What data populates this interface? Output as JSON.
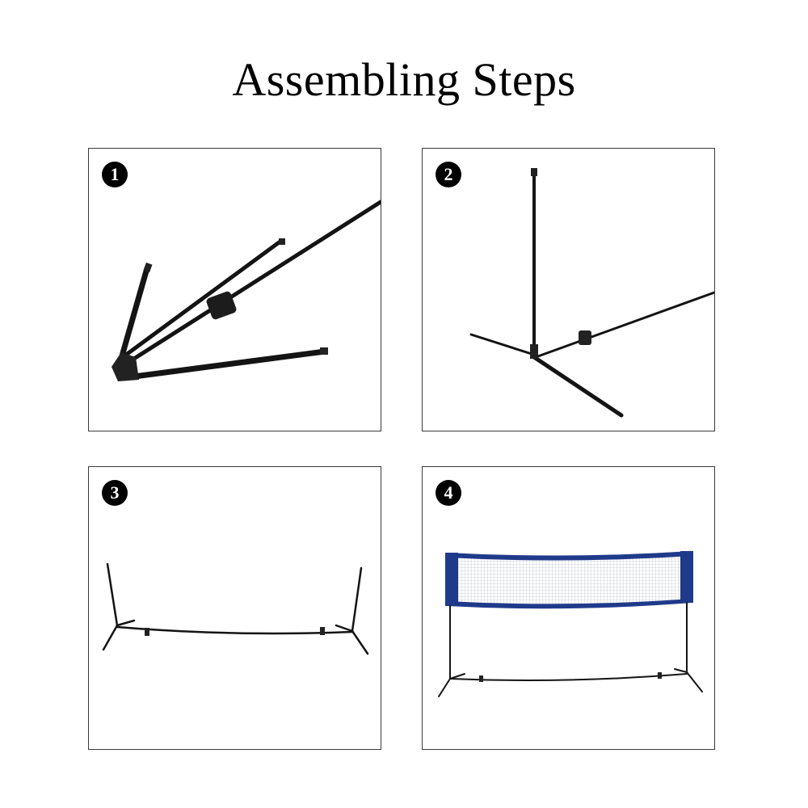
{
  "page": {
    "title": "Assembling Steps"
  },
  "steps": [
    {
      "number": "1",
      "description_icon": "folded-frame-poles-icon"
    },
    {
      "number": "2",
      "description_icon": "single-stand-upright-icon"
    },
    {
      "number": "3",
      "description_icon": "frame-assembled-icon"
    },
    {
      "number": "4",
      "description_icon": "net-attached-icon"
    }
  ],
  "colors": {
    "pole": "#141414",
    "net_band": "#1f3a8a",
    "net_mesh": "#c9cdd6",
    "badge": "#000000"
  }
}
